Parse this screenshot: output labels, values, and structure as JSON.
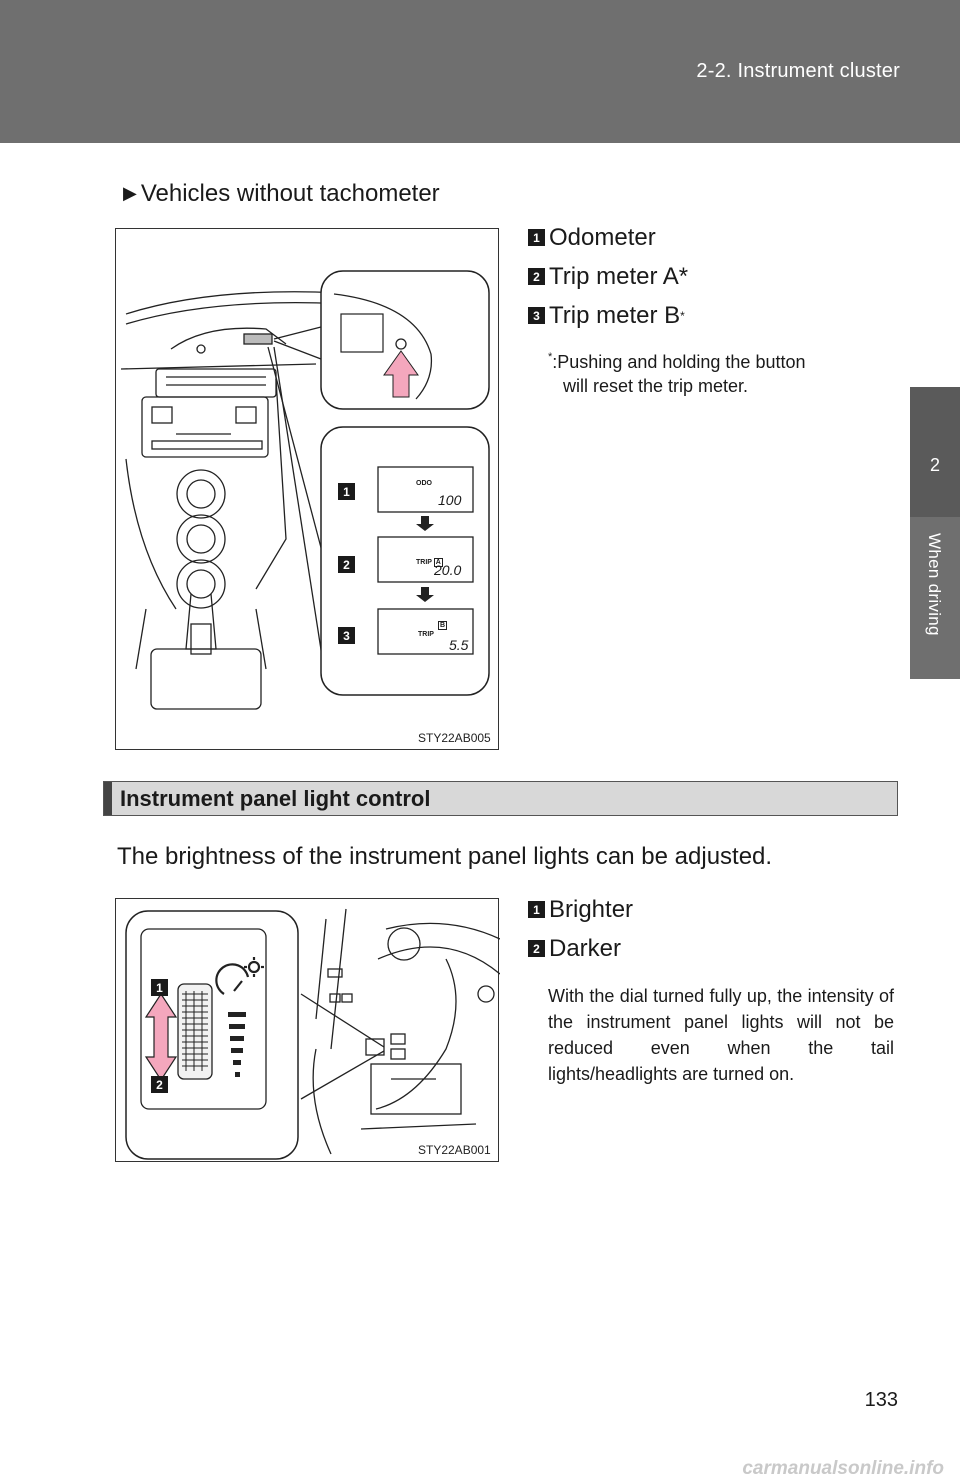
{
  "header": {
    "section_title": "2-2. Instrument cluster"
  },
  "side_tab": {
    "chapter_number": "2",
    "chapter_label": "When driving"
  },
  "variant_heading": "Vehicles without tachometer",
  "figure1": {
    "code": "STY22AB005",
    "callouts": [
      "1",
      "2",
      "3"
    ],
    "displays": [
      {
        "label": "ODO",
        "value": "100"
      },
      {
        "label": "TRIP",
        "badge": "A",
        "value": "20.0"
      },
      {
        "label": "TRIP",
        "badge": "B",
        "value": "5.5"
      }
    ]
  },
  "legend1": [
    {
      "num": "1",
      "text": "Odometer",
      "mark": ""
    },
    {
      "num": "2",
      "text": "Trip meter A*",
      "mark": ""
    },
    {
      "num": "3",
      "text": "Trip meter B",
      "mark": "*"
    }
  ],
  "footnote": {
    "star": "*",
    "line1": ":Pushing and holding the button",
    "line2": "will reset the trip meter."
  },
  "section": {
    "title": "Instrument panel light control",
    "body": "The brightness of the instrument panel lights can be adjusted."
  },
  "figure2": {
    "code": "STY22AB001",
    "callouts": [
      "1",
      "2"
    ]
  },
  "legend2": [
    {
      "num": "1",
      "text": "Brighter"
    },
    {
      "num": "2",
      "text": "Darker"
    }
  ],
  "note": "With the dial turned fully up, the intensity of the instrument panel lights will not be reduced even when the tail lights/headlights are turned on.",
  "page_number": "133",
  "watermark": "carmanualsonline.info",
  "colors": {
    "header_gray": "#6f6f6f",
    "section_bar": "#d8d8d8",
    "arrow_pink": "#f4a7bd"
  }
}
